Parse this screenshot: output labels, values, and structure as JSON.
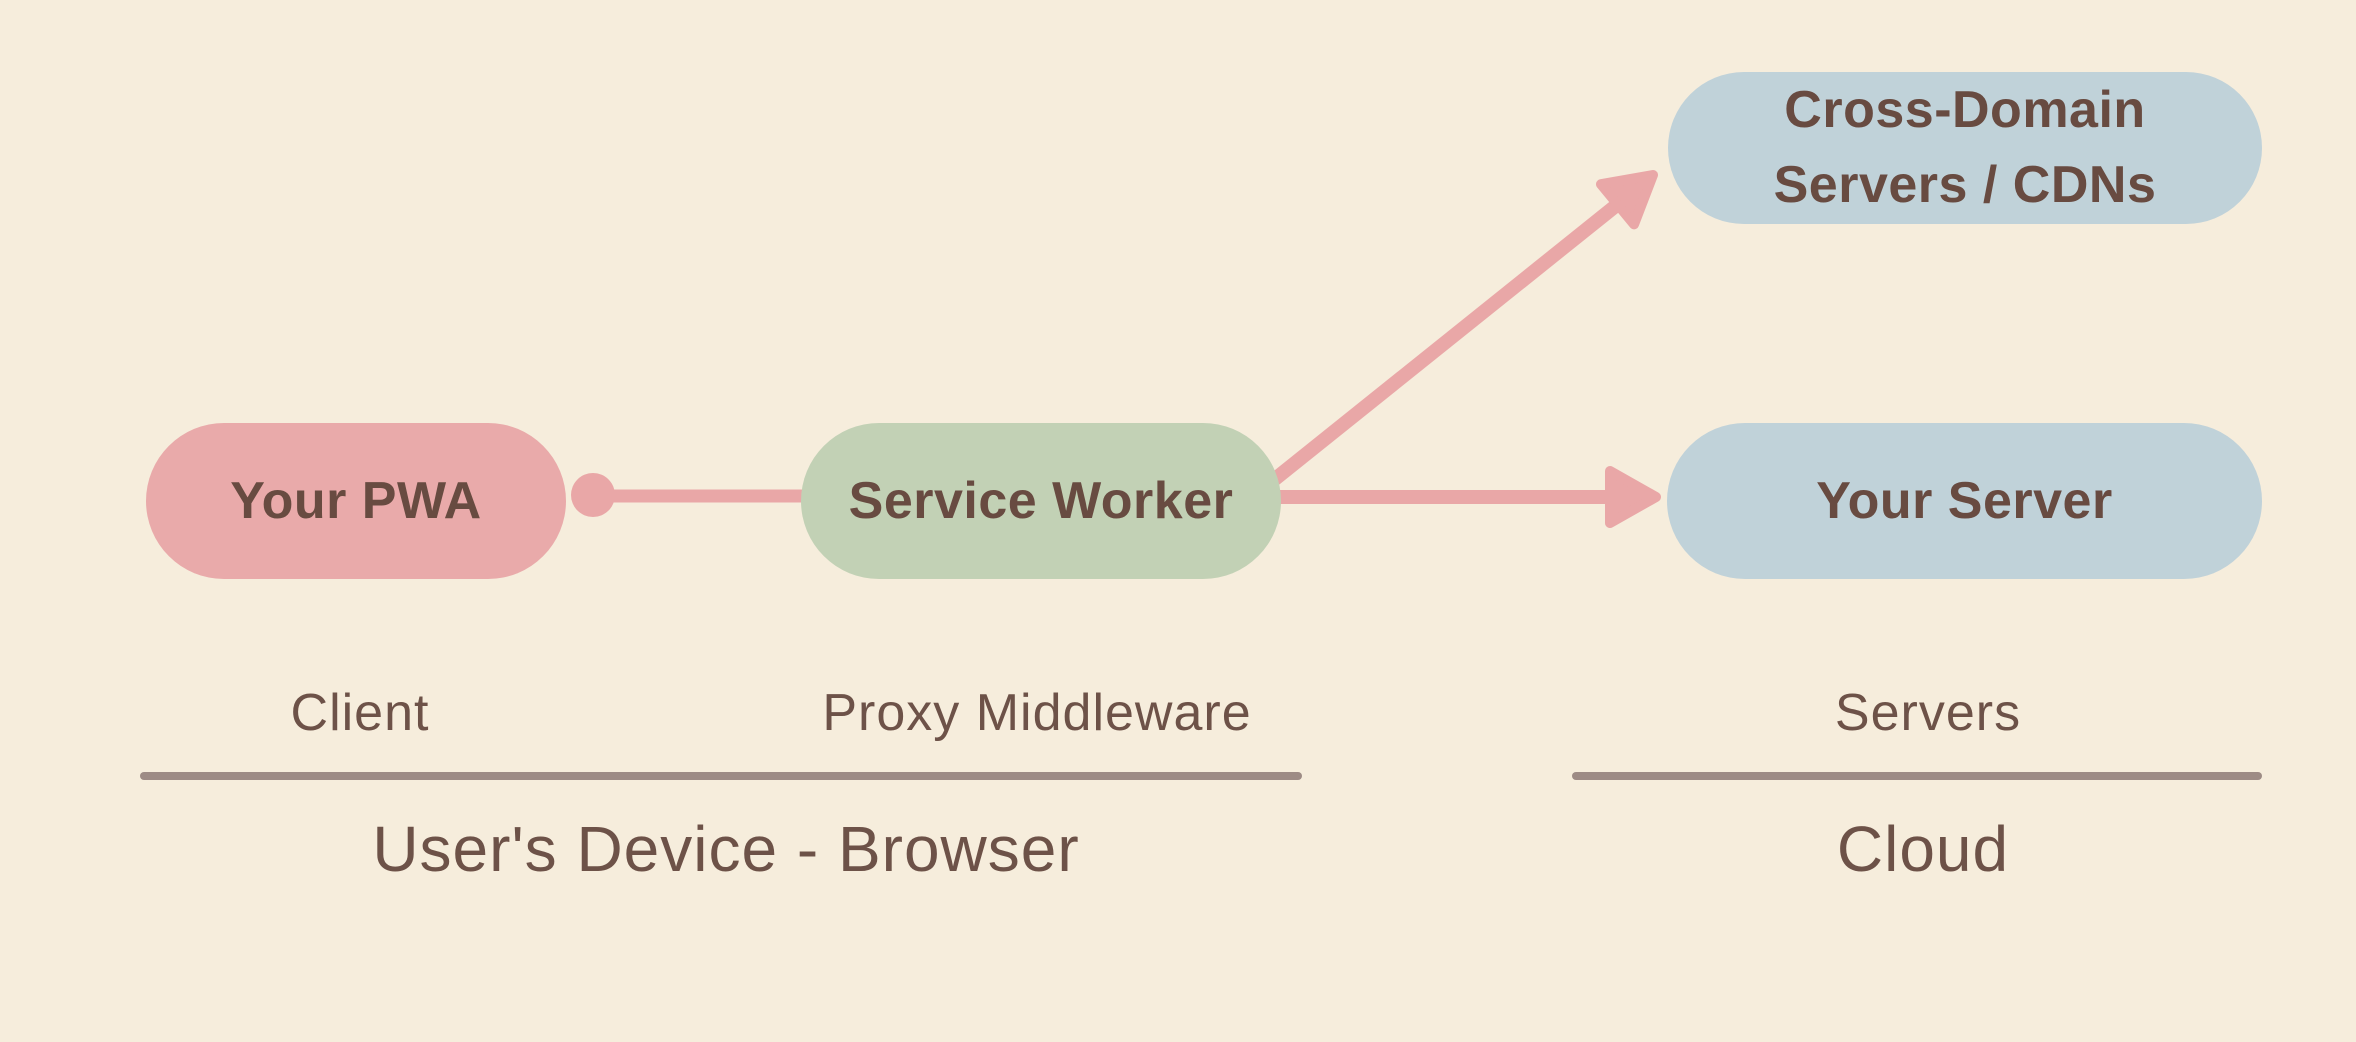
{
  "nodes": {
    "your_pwa": {
      "label": "Your PWA"
    },
    "service_worker": {
      "label": "Service Worker"
    },
    "cross_domain": {
      "line1": "Cross-Domain",
      "line2": "Servers / CDNs"
    },
    "your_server": {
      "label": "Your Server"
    }
  },
  "tier_labels": {
    "client": "Client",
    "proxy_middleware": "Proxy Middleware",
    "servers": "Servers"
  },
  "zone_labels": {
    "users_device": "User's Device - Browser",
    "cloud": "Cloud"
  },
  "colors": {
    "background": "#F6EDDC",
    "pink_node": "#E9AAAA",
    "green_node": "#C2D1B5",
    "blue_node": "#C0D2D9",
    "connector": "#E9A7A7",
    "node_text": "#684B41",
    "label_text": "#6D5248",
    "divider": "#9D8B85"
  }
}
